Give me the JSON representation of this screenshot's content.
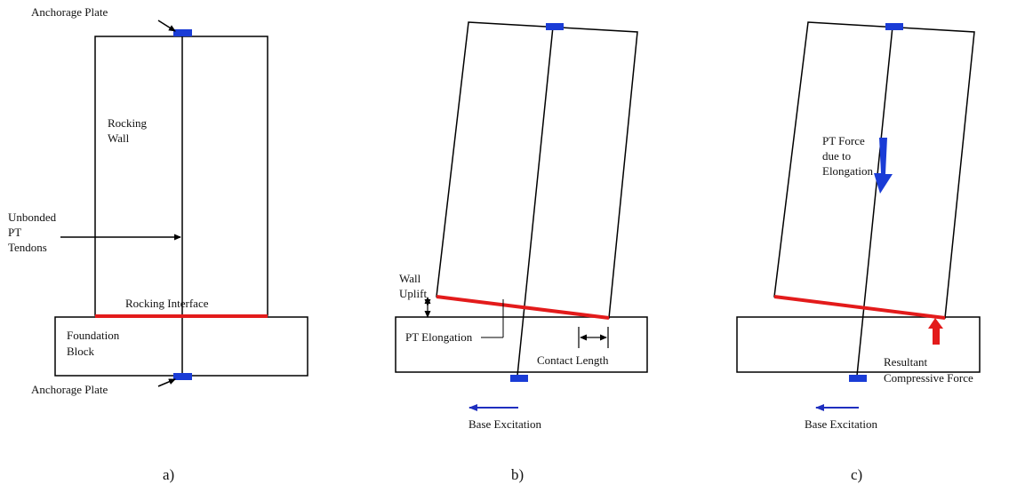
{
  "colors": {
    "line": "#000000",
    "plate": "#1a3cd6",
    "interface": "#e31b1b",
    "excitation": "#1f2fbf",
    "background": "#ffffff"
  },
  "panel_a": {
    "label": "a)",
    "anchorage_top": "Anchorage Plate",
    "rocking_wall_1": "Rocking",
    "rocking_wall_2": "Wall",
    "tendons_1": "Unbonded",
    "tendons_2": "PT",
    "tendons_3": "Tendons",
    "rocking_interface": "Rocking Interface",
    "foundation_1": "Foundation",
    "foundation_2": "Block",
    "anchorage_bottom": "Anchorage Plate"
  },
  "panel_b": {
    "label": "b)",
    "uplift_1": "Wall",
    "uplift_2": "Uplift",
    "pt_elongation": "PT Elongation",
    "contact_length": "Contact Length",
    "base_excitation": "Base Excitation"
  },
  "panel_c": {
    "label": "c)",
    "pt_force_1": "PT Force",
    "pt_force_2": "due to",
    "pt_force_3": "Elongation",
    "resultant_1": "Resultant",
    "resultant_2": "Compressive Force",
    "base_excitation": "Base Excitation"
  }
}
